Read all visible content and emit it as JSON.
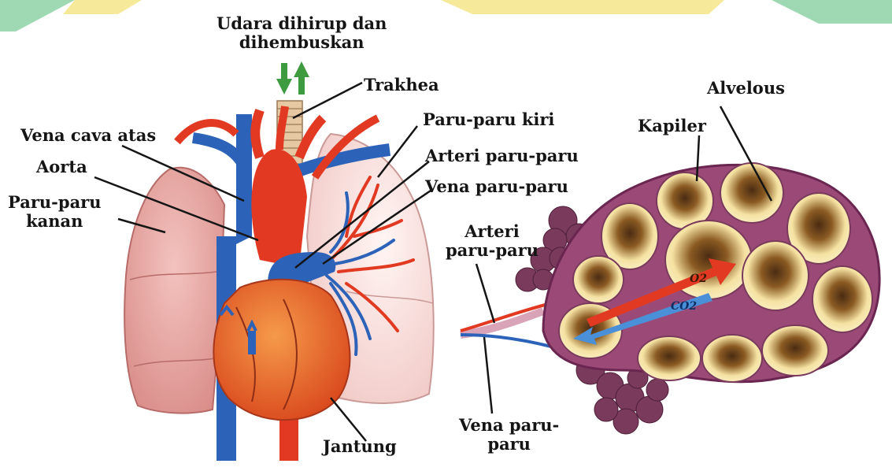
{
  "labels": {
    "air": "Udara dihirup dan\ndihembuskan",
    "air_line1": "Udara dihirup dan",
    "air_line2": "dihembuskan",
    "trachea": "Trakhea",
    "left_lung": "Paru-paru kiri",
    "pulmonary_artery": "Arteri paru-paru",
    "pulmonary_vein": "Vena paru-paru",
    "superior_vena_cava": "Vena cava atas",
    "aorta": "Aorta",
    "right_lung_line1": "Paru-paru",
    "right_lung_line2": "kanan",
    "heart": "Jantung",
    "alveolus": "Alvelous",
    "capillary": "Kapiler",
    "alveolar_artery_line1": "Arteri",
    "alveolar_artery_line2": "paru-paru",
    "alveolar_vein_line1": "Vena paru-",
    "alveolar_vein_line2": "paru",
    "o2": "O2",
    "co2": "CO2"
  },
  "colors": {
    "artery_red": "#e23a22",
    "vein_blue": "#2c63b8",
    "lung_pink": "#e9a7a4",
    "alveolus_cream": "#f6e2a0",
    "capillary_purple": "#8a3a6a",
    "arrow_green": "#3f9b3f",
    "banner_yellow": "#f7e99a",
    "banner_green": "#9fd9b4"
  }
}
